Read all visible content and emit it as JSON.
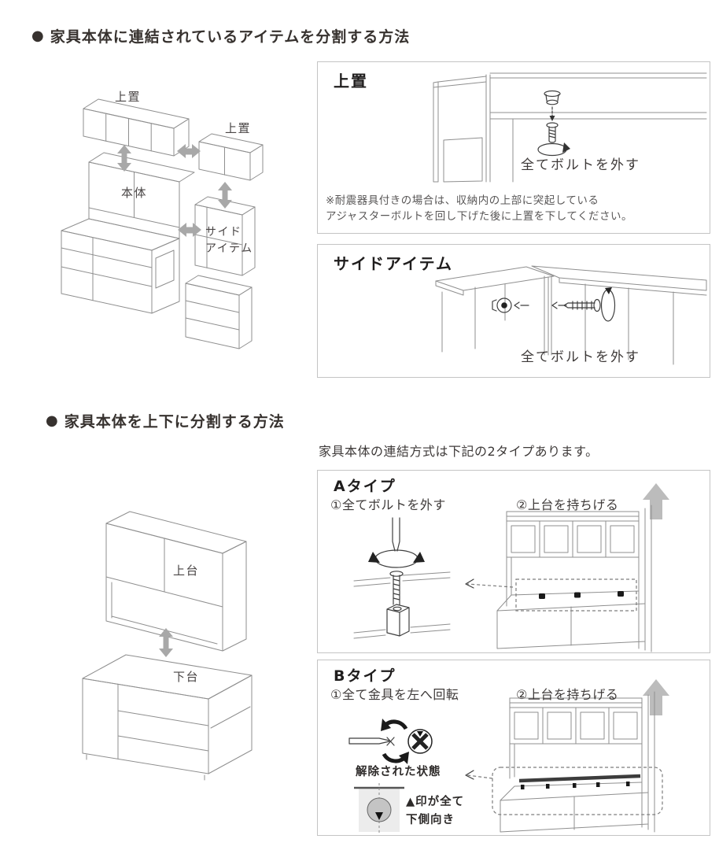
{
  "icons": {
    "bullet": "●",
    "up_arrow": "block-up-arrow",
    "double_arrow": "gray-double-arrow",
    "colors_note": "icon names map to svg shapes in markup"
  },
  "colors": {
    "text": "#3e3a39",
    "muted_text": "#595757",
    "line_art": "#8f8f8f",
    "arrow_gray": "#a8a8a8",
    "block_arrow_gray": "#bcbcbc",
    "box_border": "#c4c4c4"
  },
  "section1": {
    "heading": "家具本体に連結されているアイテムを分割する方法",
    "figure": {
      "top_unit_left": "上置",
      "top_unit_right": "上置",
      "main_body": "本体",
      "side_item_line1": "サイド",
      "side_item_line2": "アイテム"
    },
    "box_top_unit": {
      "title": "上置",
      "caption": "全てボルトを外す",
      "note_line1": "※耐震器具付きの場合は、収納内の上部に突起している",
      "note_line2": "アジャスターボルトを回し下げた後に上置を下してください。"
    },
    "box_side_item": {
      "title": "サイドアイテム",
      "caption": "全てボルトを外す"
    }
  },
  "section2": {
    "heading": "家具本体を上下に分割する方法",
    "intro": "家具本体の連結方式は下記の2タイプあります。",
    "figure": {
      "upper_unit": "上台",
      "lower_unit": "下台"
    },
    "box_type_a": {
      "title": "Aタイプ",
      "step1": "①全てボルトを外す",
      "step2": "②上台を持ちげる"
    },
    "box_type_b": {
      "title": "Bタイプ",
      "step1": "①全て金具を左へ回転",
      "step2": "②上台を持ちげる",
      "released_state": "解除された状態",
      "mark_note_line1": "▲印が全て",
      "mark_note_line2": "下側向き"
    }
  }
}
